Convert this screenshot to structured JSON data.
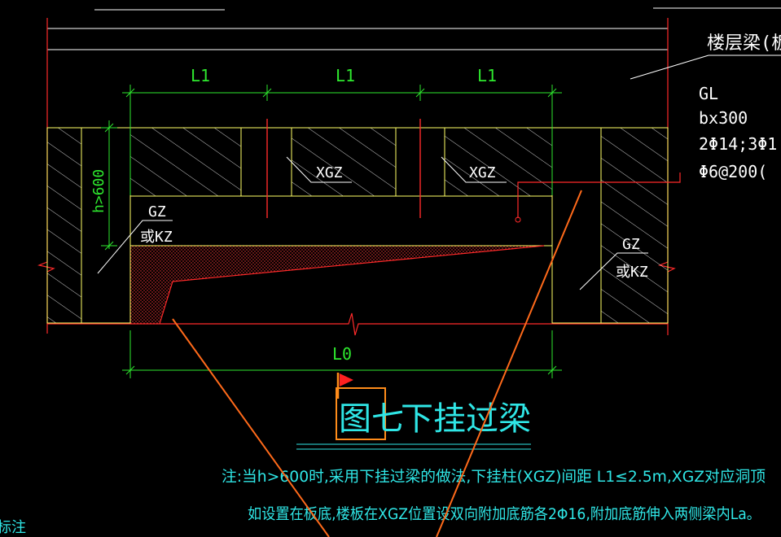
{
  "labels": {
    "floor_beam": "楼层梁(板",
    "gl": "GL",
    "gl_size": "bx300",
    "gl_rebar": "2Φ14;3Φ1",
    "gl_stirrup": "Φ6@200(",
    "dim_l1_a": "L1",
    "dim_l1_b": "L1",
    "dim_l1_c": "L1",
    "dim_l0": "L0",
    "dim_h": "h>600",
    "xgz_a": "XGZ",
    "xgz_b": "XGZ",
    "gz_left": "GZ",
    "gz_left_alt": "或KZ",
    "gz_right": "GZ",
    "gz_right_alt": "或KZ",
    "corner": "标注"
  },
  "title": {
    "figure": "图七",
    "name": "下挂过梁"
  },
  "note": {
    "line1": "注:当h>600时,采用下挂过梁的做法,下挂柱(XGZ)间距 L1≤2.5m,XGZ对应洞顶",
    "line2": "如设置在板底,楼板在XGZ位置设双向附加底筋各2Φ16,附加底筋伸入两侧梁内La。"
  },
  "colors": {
    "background": "#000000",
    "outline_red": "#ff2a2a",
    "structure_yellow": "#ffff66",
    "dimension_green": "#2ee82e",
    "text_white": "#ffffff",
    "text_cyan": "#2fe6e6",
    "markup_orange": "#ff6a1a",
    "title_box": "#ff8c1a",
    "flag": "#ff2020"
  },
  "icons": {
    "flag": "flag-icon"
  }
}
